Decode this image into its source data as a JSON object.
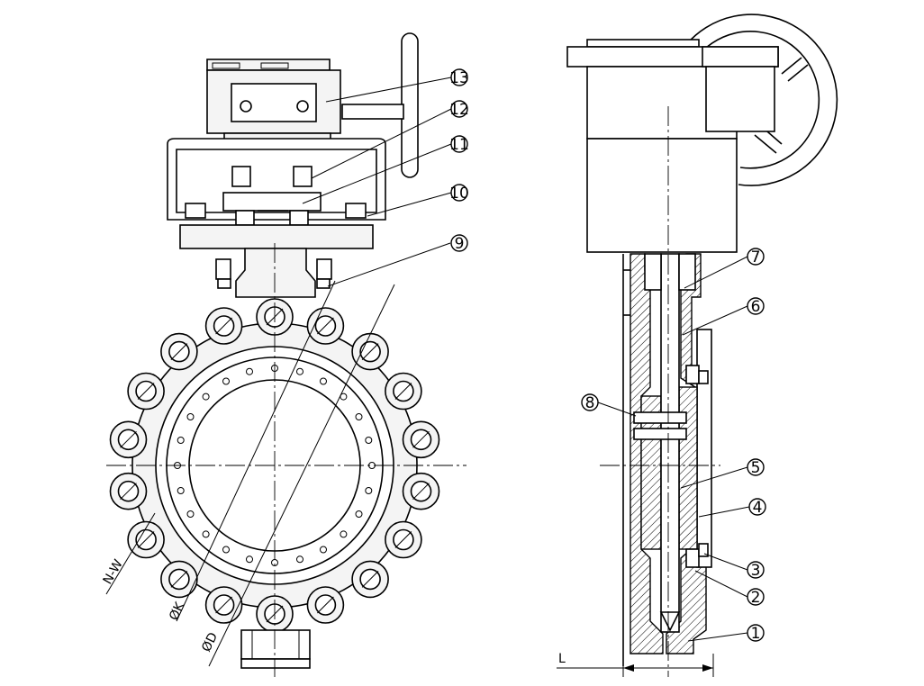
{
  "callouts": {
    "front": [
      {
        "label": "13"
      },
      {
        "label": "12"
      },
      {
        "label": "11"
      },
      {
        "label": "10"
      },
      {
        "label": "9"
      }
    ],
    "side": [
      {
        "label": "7"
      },
      {
        "label": "6"
      },
      {
        "label": "8"
      },
      {
        "label": "5"
      },
      {
        "label": "4"
      },
      {
        "label": "3"
      },
      {
        "label": "2"
      },
      {
        "label": "1"
      }
    ]
  },
  "dimensions": {
    "nw": "N-W",
    "k": "ØK",
    "d": "ØD",
    "l": "L"
  }
}
